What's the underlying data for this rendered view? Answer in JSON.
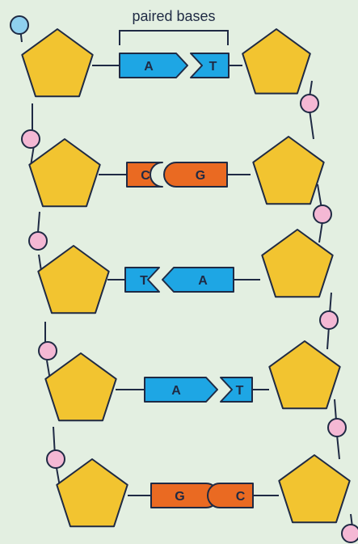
{
  "bracket_label": "paired bases",
  "colors": {
    "background": "#e3efe1",
    "sugar": "#f2c430",
    "phosphate_pink": "#f4b8d4",
    "phosphate_blue": "#8fd0ef",
    "base_blue": "#1ea6e4",
    "base_orange": "#ea6a22",
    "outline": "#1f2a44"
  },
  "pairs": [
    {
      "left": "A",
      "right": "T"
    },
    {
      "left": "C",
      "right": "G"
    },
    {
      "left": "T",
      "right": "A"
    },
    {
      "left": "A",
      "right": "T"
    },
    {
      "left": "G",
      "right": "C"
    }
  ]
}
